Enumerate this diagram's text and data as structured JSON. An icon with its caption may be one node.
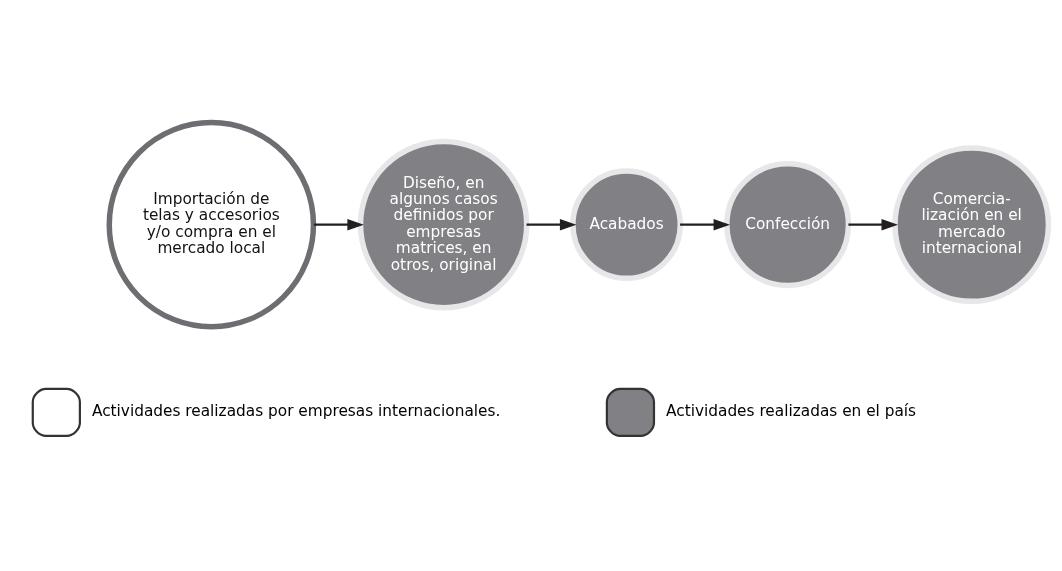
{
  "diagram": {
    "nodes": [
      {
        "text": [
          "Importación de telas y accesorios y/o compra en el mercado local"
        ]
      },
      {
        "text": [
          "Diseño, en algunos casos definidos por empresas matrices, en otros, original"
        ]
      },
      {
        "text": [
          "Acabados"
        ]
      },
      {
        "text": [
          "Confección"
        ]
      },
      {
        "text": [
          "Comercia- lización en el mercado internacional"
        ]
      }
    ],
    "edges": [
      {
        "from": 0,
        "to": 1,
        "arrow": "to"
      },
      {
        "from": 1,
        "to": 2,
        "arrow": "to"
      },
      {
        "from": 2,
        "to": 3,
        "arrow": "to"
      },
      {
        "from": 3,
        "to": 4,
        "arrow": "to"
      }
    ],
    "legend": [
      {
        "text": "Actividades realizadas por empresas internacionales.",
        "color": "#ffffff"
      },
      {
        "text": "Actividades realizadas en el país",
        "color": "#808085"
      }
    ]
  }
}
